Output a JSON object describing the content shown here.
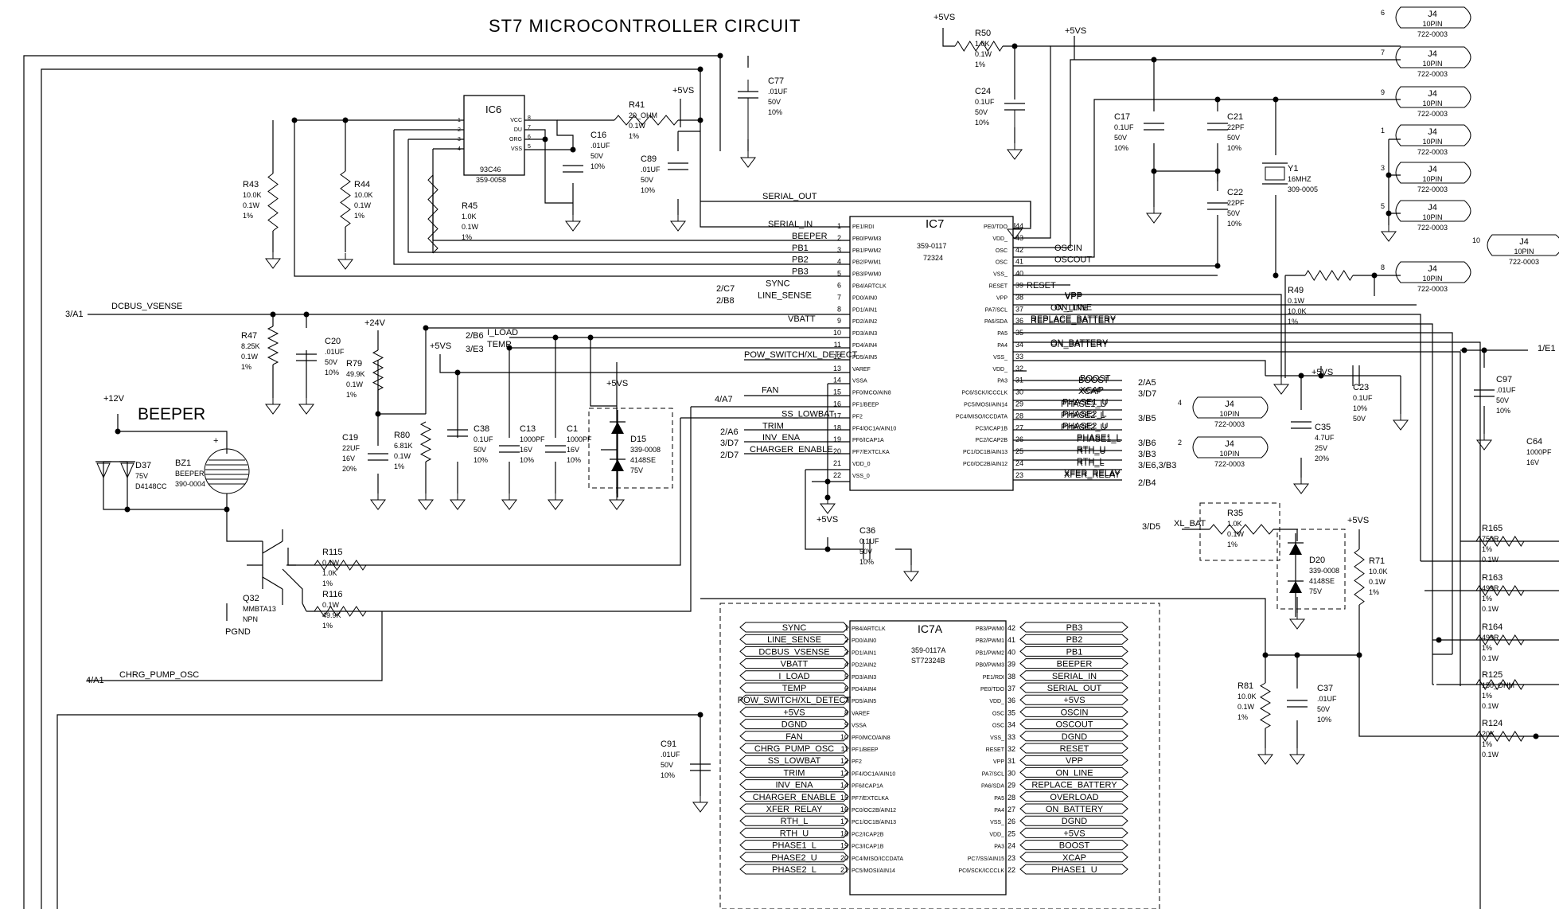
{
  "title": "ST7 MICROCONTROLLER CIRCUIT",
  "beeper_title": "BEEPER",
  "ic7": {
    "ref": "IC7",
    "part": "359-0117",
    "sub": "72324",
    "left_pins": [
      {
        "n": "1",
        "p": "PE1/RDI",
        "net": "SERIAL_IN"
      },
      {
        "n": "2",
        "p": "PB0/PWM3",
        "net": "BEEPER"
      },
      {
        "n": "3",
        "p": "PB1/PWM2",
        "net": "PB1"
      },
      {
        "n": "4",
        "p": "PB2/PWM1",
        "net": "PB2"
      },
      {
        "n": "5",
        "p": "PB3/PWM0",
        "net": "PB3"
      },
      {
        "n": "6",
        "p": "PB4/ARTCLK",
        "net": "SYNC"
      },
      {
        "n": "7",
        "p": "PD0/AIN0",
        "net": "LINE_SENSE"
      },
      {
        "n": "8",
        "p": "PD1/AIN1",
        "net": ""
      },
      {
        "n": "9",
        "p": "PD2/AIN2",
        "net": "VBATT"
      },
      {
        "n": "10",
        "p": "PD3/AIN3",
        "net": ""
      },
      {
        "n": "11",
        "p": "PD4/AIN4",
        "net": ""
      },
      {
        "n": "12",
        "p": "PD5/AIN5",
        "net": "POW_SWITCH/XL_DETECT"
      },
      {
        "n": "13",
        "p": "VAREF",
        "net": ""
      },
      {
        "n": "14",
        "p": "VSSA",
        "net": ""
      },
      {
        "n": "15",
        "p": "PF0/MCO/AIN8",
        "net": "FAN"
      },
      {
        "n": "16",
        "p": "PF1/BEEP",
        "net": ""
      },
      {
        "n": "17",
        "p": "PF2",
        "net": "SS_LOWBAT"
      },
      {
        "n": "18",
        "p": "PF4/OC1A/AIN10",
        "net": "TRIM"
      },
      {
        "n": "19",
        "p": "PF6/ICAP1A",
        "net": "INV_ENA"
      },
      {
        "n": "20",
        "p": "PF7/EXTCLKA",
        "net": "CHARGER_ENABLE"
      },
      {
        "n": "21",
        "p": "VDD_0",
        "net": ""
      },
      {
        "n": "22",
        "p": "VSS_0",
        "net": ""
      }
    ],
    "right_pins": [
      {
        "n": "44",
        "p": "PE0/TDO",
        "net": ""
      },
      {
        "n": "43",
        "p": "VDD_",
        "net": ""
      },
      {
        "n": "42",
        "p": "OSC",
        "net": "OSCIN"
      },
      {
        "n": "41",
        "p": "OSC",
        "net": "OSCOUT"
      },
      {
        "n": "40",
        "p": "VSS_",
        "net": ""
      },
      {
        "n": "39",
        "p": "RESET",
        "net": ""
      },
      {
        "n": "38",
        "p": "VPP",
        "net": "VPP"
      },
      {
        "n": "37",
        "p": "PA7/SCL",
        "net": "ON_LINE"
      },
      {
        "n": "36",
        "p": "PA6/SDA",
        "net": "REPLACE_BATTERY"
      },
      {
        "n": "35",
        "p": "PA5",
        "net": ""
      },
      {
        "n": "34",
        "p": "PA4",
        "net": "ON_BATTERY"
      },
      {
        "n": "33",
        "p": "VSS_",
        "net": ""
      },
      {
        "n": "32",
        "p": "VDD_",
        "net": ""
      },
      {
        "n": "31",
        "p": "PA3",
        "net": "BOOST"
      },
      {
        "n": "30",
        "p": "PC6/SCK/ICCCLK",
        "net": "XCAP"
      },
      {
        "n": "29",
        "p": "PC5/MOSI/AIN14",
        "net": "PHASE1_U"
      },
      {
        "n": "28",
        "p": "PC4/MISO/ICCDATA",
        "net": "PHASE2_L"
      },
      {
        "n": "27",
        "p": "PC3/ICAP1B",
        "net": "PHASE2_U"
      },
      {
        "n": "26",
        "p": "PC2/ICAP2B",
        "net": "PHASE1_L"
      },
      {
        "n": "25",
        "p": "PC1/OC1B/AIN13",
        "net": "RTH_U"
      },
      {
        "n": "24",
        "p": "PC0/OC2B/AIN12",
        "net": "RTH_L"
      },
      {
        "n": "23",
        "p": "",
        "net": "XFER_RELAY"
      }
    ]
  },
  "ic7a": {
    "ref": "IC7A",
    "part": "359-0117A",
    "sub": "ST72324B",
    "left": [
      [
        "1",
        "PB4/ARTCLK",
        "SYNC"
      ],
      [
        "2",
        "PD0/AIN0",
        "LINE_SENSE"
      ],
      [
        "3",
        "PD1/AIN1",
        "DCBUS_VSENSE"
      ],
      [
        "4",
        "PD2/AIN2",
        "VBATT"
      ],
      [
        "5",
        "PD3/AIN3",
        "I_LOAD"
      ],
      [
        "6",
        "PD4/AIN4",
        "TEMP"
      ],
      [
        "7",
        "PD5/AIN5",
        "POW_SWITCH/XL_DETECT"
      ],
      [
        "8",
        "VAREF",
        "+5VS"
      ],
      [
        "9",
        "VSSA",
        "DGND"
      ],
      [
        "10",
        "PF0/MCO/AIN8",
        "FAN"
      ],
      [
        "11",
        "PF1/BEEP",
        "CHRG_PUMP_OSC"
      ],
      [
        "12",
        "PF2",
        "SS_LOWBAT"
      ],
      [
        "13",
        "PF4/OC1A/AIN10",
        "TRIM"
      ],
      [
        "14",
        "PF6/ICAP1A",
        "INV_ENA"
      ],
      [
        "15",
        "PF7/EXTCLKA",
        "CHARGER_ENABLE"
      ],
      [
        "16",
        "PC0/OC2B/AIN12",
        "XFER_RELAY"
      ],
      [
        "17",
        "PC1/OC1B/AIN13",
        "RTH_L"
      ],
      [
        "18",
        "PC2/ICAP2B",
        "RTH_U"
      ],
      [
        "19",
        "PC3/ICAP1B",
        "PHASE1_L"
      ],
      [
        "20",
        "PC4/MISO/ICCDATA",
        "PHASE2_U"
      ],
      [
        "21",
        "PC5/MOSI/AIN14",
        "PHASE2_L"
      ]
    ],
    "right": [
      [
        "42",
        "PB3/PWM0",
        "PB3"
      ],
      [
        "41",
        "PB2/PWM1",
        "PB2"
      ],
      [
        "40",
        "PB1/PWM2",
        "PB1"
      ],
      [
        "39",
        "PB0/PWM3",
        "BEEPER"
      ],
      [
        "38",
        "PE1/RDI",
        "SERIAL_IN"
      ],
      [
        "37",
        "PE0/TDO",
        "SERIAL_OUT"
      ],
      [
        "36",
        "VDD_",
        "+5VS"
      ],
      [
        "35",
        "OSC",
        "OSCIN"
      ],
      [
        "34",
        "OSC",
        "OSCOUT"
      ],
      [
        "33",
        "VSS_",
        "DGND"
      ],
      [
        "32",
        "RESET",
        "RESET"
      ],
      [
        "31",
        "VPP",
        "VPP"
      ],
      [
        "30",
        "PA7/SCL",
        "ON_LINE"
      ],
      [
        "29",
        "PA6/SDA",
        "REPLACE_BATTERY"
      ],
      [
        "28",
        "PA5",
        "OVERLOAD"
      ],
      [
        "27",
        "PA4",
        "ON_BATTERY"
      ],
      [
        "26",
        "VSS_",
        "DGND"
      ],
      [
        "25",
        "VDD_",
        "+5VS"
      ],
      [
        "24",
        "PA3",
        "BOOST"
      ],
      [
        "23",
        "PC7/SS/AIN15",
        "XCAP"
      ],
      [
        "22",
        "PC6/SCK/ICCCLK",
        "PHASE1_U"
      ]
    ]
  },
  "ic6": {
    "ref": "IC6",
    "part": "93C46",
    "sub": "359-0058",
    "pins_left": [
      "1",
      "2",
      "3",
      "4"
    ],
    "pins_right": [
      "8",
      "7",
      "6",
      "5"
    ],
    "labels_right": [
      "VCC",
      "DU",
      "ORG",
      "VSS"
    ]
  },
  "labels": {
    "serial_out": "SERIAL_OUT",
    "dcbus": "DCBUS_VSENSE",
    "dcbus_ref": "3/A1",
    "chrg_pump": "CHRG_PUMP_OSC",
    "chrg_ref": "4/A1",
    "sync_ref": "2/C7",
    "line_ref": "2/B8",
    "iload": "I_LOAD",
    "iload_ref": "2/B6",
    "temp": "TEMP",
    "temp_ref": "3/E3",
    "fan_ref": "4/A7",
    "trim_ref": "2/A6",
    "inv_ref": "3/D7",
    "chg_ref": "2/D7",
    "boost_ref": "2/A5",
    "xcap_ref": "3/D7",
    "ph2l_ref": "3/B5",
    "ph1l_ref": "3/B6",
    "rthu_ref": "3/B3",
    "rthl_ref": "3/E6,3/B3",
    "xfer_ref": "2/B4",
    "e1_ref": "1/E1",
    "xlbat": "XL_BAT",
    "xlbat_ref": "3/D5",
    "reset": "RESET",
    "vpp": "VPP",
    "online": "ON_LINE",
    "replbat": "REPLACE_BATTERY",
    "onbat": "ON_BATTERY",
    "oscin": "OSCIN",
    "oscout": "OSCOUT",
    "vbatt": "VBATT",
    "powsw": "POW_SWITCH/XL_DETECT",
    "ss": "SS_LOWBAT",
    "trim": "TRIM",
    "inv": "INV_ENA",
    "chg": "CHARGER_ENABLE",
    "fan": "FAN",
    "sync": "SYNC",
    "line": "LINE_SENSE",
    "serin": "SERIAL_IN",
    "beeper": "BEEPER",
    "pb1": "PB1",
    "pb2": "PB2",
    "pb3": "PB3",
    "boost": "BOOST",
    "xcap": "XCAP",
    "ph1u": "PHASE1_U",
    "ph2l": "PHASE2_L",
    "ph2u": "PHASE2_U",
    "ph1l": "PHASE1_L",
    "rthu": "RTH_U",
    "rthl": "RTH_L",
    "xfer": "XFER_RELAY",
    "p5vs": "+5VS",
    "p24v": "+24V",
    "p12v": "+12V",
    "pgnd": "PGND"
  },
  "connectors": [
    {
      "pin": "6",
      "a": "J4",
      "b": "10PIN",
      "c": "722-0003"
    },
    {
      "pin": "7",
      "a": "J4",
      "b": "10PIN",
      "c": "722-0003"
    },
    {
      "pin": "9",
      "a": "J4",
      "b": "10PIN",
      "c": "722-0003"
    },
    {
      "pin": "1",
      "a": "J4",
      "b": "10PIN",
      "c": "722-0003"
    },
    {
      "pin": "3",
      "a": "J4",
      "b": "10PIN",
      "c": "722-0003"
    },
    {
      "pin": "5",
      "a": "J4",
      "b": "10PIN",
      "c": "722-0003"
    },
    {
      "pin": "10",
      "a": "J4",
      "b": "10PIN",
      "c": "722-0003"
    },
    {
      "pin": "8",
      "a": "J4",
      "b": "10PIN",
      "c": "722-0003"
    },
    {
      "pin": "4",
      "a": "J4",
      "b": "10PIN",
      "c": "722-0003"
    },
    {
      "pin": "2",
      "a": "J4",
      "b": "10PIN",
      "c": "722-0003"
    }
  ],
  "parts": {
    "R50": [
      "R50",
      "1.0K",
      "0.1W",
      "1%"
    ],
    "C24": [
      "C24",
      "0.1UF",
      "50V",
      "10%"
    ],
    "C77": [
      "C77",
      ".01UF",
      "50V",
      "10%"
    ],
    "R41": [
      "R41",
      "20_OHM",
      "0.1W",
      "1%"
    ],
    "C16": [
      "C16",
      ".01UF",
      "50V",
      "10%"
    ],
    "C89": [
      "C89",
      ".01UF",
      "50V",
      "10%"
    ],
    "R43": [
      "R43",
      "10.0K",
      "0.1W",
      "1%"
    ],
    "R44": [
      "R44",
      "10.0K",
      "0.1W",
      "1%"
    ],
    "R45": [
      "R45",
      "1.0K",
      "0.1W",
      "1%"
    ],
    "C17": [
      "C17",
      "0.1UF",
      "50V",
      "10%"
    ],
    "C21": [
      "C21",
      "22PF",
      "50V",
      "10%"
    ],
    "C22": [
      "C22",
      "22PF",
      "50V",
      "10%"
    ],
    "Y1": [
      "Y1",
      "16MHZ",
      "309-0005"
    ],
    "R49": [
      "R49",
      "0.1W",
      "10.0K",
      "1%"
    ],
    "R47": [
      "R47",
      "8.25K",
      "0.1W",
      "1%"
    ],
    "C20": [
      "C20",
      ".01UF",
      "50V",
      "10%"
    ],
    "R79": [
      "R79",
      "49.9K",
      "0.1W",
      "1%"
    ],
    "C19": [
      "C19",
      "22UF",
      "16V",
      "20%"
    ],
    "R80": [
      "R80",
      "6.81K",
      "0.1W",
      "1%"
    ],
    "C38": [
      "C38",
      "0.1UF",
      "50V",
      "10%"
    ],
    "C13": [
      "C13",
      "1000PF",
      "16V",
      "10%"
    ],
    "C1": [
      "C1",
      "1000PF",
      "16V",
      "10%"
    ],
    "D15": [
      "D15",
      "339-0008",
      "4148SE",
      "75V"
    ],
    "C36": [
      "C36",
      "0.1UF",
      "50V",
      "10%"
    ],
    "C23": [
      "C23",
      "0.1UF",
      "10%",
      "50V"
    ],
    "C35": [
      "C35",
      "4.7UF",
      "25V",
      "20%"
    ],
    "C97": [
      "C97",
      ".01UF",
      "50V",
      "10%"
    ],
    "C64": [
      "C64",
      "1000PF",
      "16V"
    ],
    "R35": [
      "R35",
      "1.0K",
      "0.1W",
      "1%"
    ],
    "D20": [
      "D20",
      "339-0008",
      "4148SE",
      "75V"
    ],
    "R71": [
      "R71",
      "10.0K",
      "0.1W",
      "1%"
    ],
    "R165": [
      "R165",
      "750R",
      "1%",
      "0.1W"
    ],
    "R163": [
      "R163",
      "499R",
      "1%",
      "0.1W"
    ],
    "R164": [
      "R164",
      "499R",
      "1%",
      "0.1W"
    ],
    "R125": [
      "R125",
      "150_OHM",
      "1%",
      "0.1W"
    ],
    "R124": [
      "R124",
      "20K",
      "1%",
      "0.1W"
    ],
    "R81": [
      "R81",
      "10.0K",
      "0.1W",
      "1%"
    ],
    "C37": [
      "C37",
      ".01UF",
      "50V",
      "10%"
    ],
    "C91": [
      "C91",
      ".01UF",
      "50V",
      "10%"
    ],
    "D37": [
      "D37",
      "75V",
      "D4148CC"
    ],
    "BZ1": [
      "BZ1",
      "BEEPER",
      "390-0004"
    ],
    "Q32": [
      "Q32",
      "MMBTA13",
      "NPN"
    ],
    "R115": [
      "R115",
      "0.1W",
      "1.0K",
      "1%"
    ],
    "R116": [
      "R116",
      "0.1W",
      "49.9K",
      "1%"
    ]
  }
}
